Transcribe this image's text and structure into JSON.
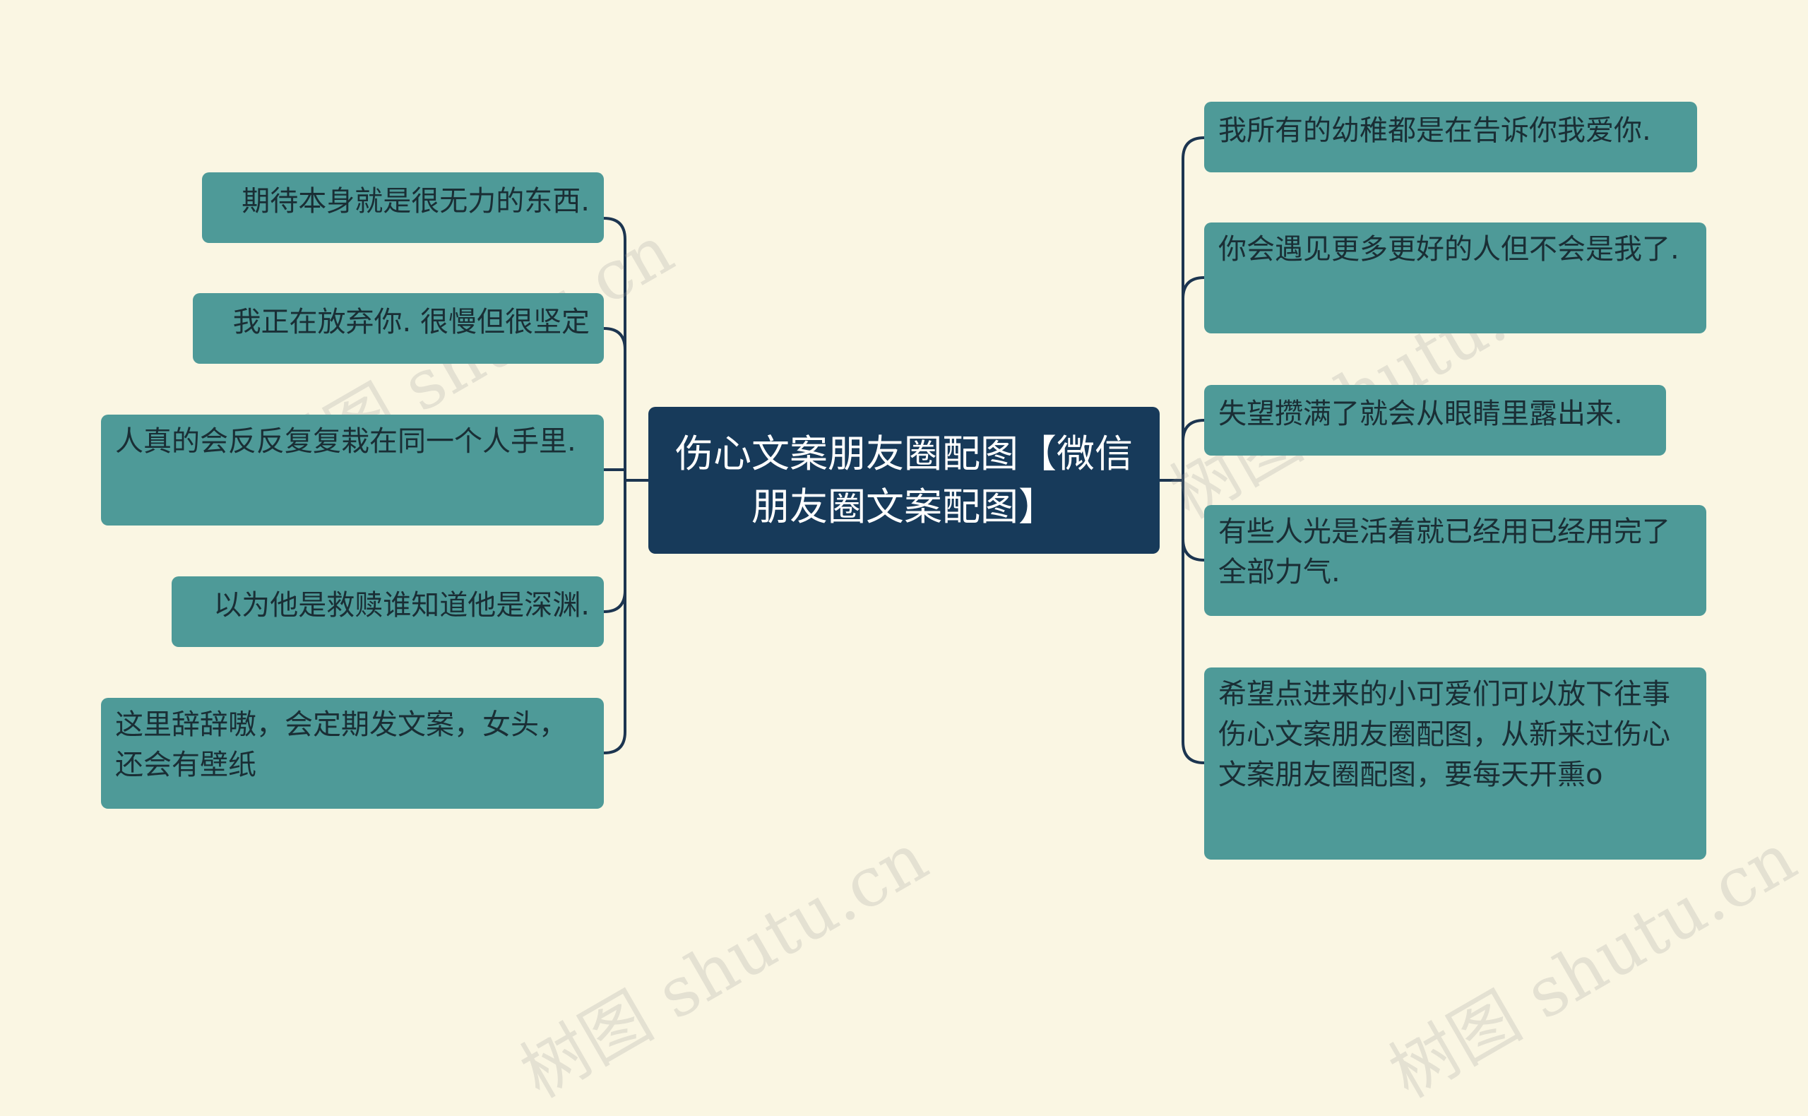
{
  "central_topic": "伤心文案朋友圈配图【微信朋友圈文案配图】",
  "watermark": "树图 shutu.cn",
  "left_branches": [
    "期待本身就是很无力的东西.",
    "我正在放弃你. 很慢但很坚定",
    "人真的会反反复复栽在同一个人手里.",
    "以为他是救赎谁知道他是深渊.",
    "这里辞辞嗷，会定期发文案，女头，还会有壁纸"
  ],
  "right_branches": [
    "我所有的幼稚都是在告诉你我爱你.",
    "你会遇见更多更好的人但不会是我了.",
    "失望攒满了就会从眼睛里露出来.",
    "有些人光是活着就已经用已经用完了全部力气.",
    "希望点进来的小可爱们可以放下往事伤心文案朋友圈配图，从新来过伤心文案朋友圈配图，要每天开熏o"
  ],
  "colors": {
    "background": "#faf6e3",
    "central_fill": "#173a5a",
    "branch_fill": "#4e9a98",
    "connector": "#1c3550"
  }
}
